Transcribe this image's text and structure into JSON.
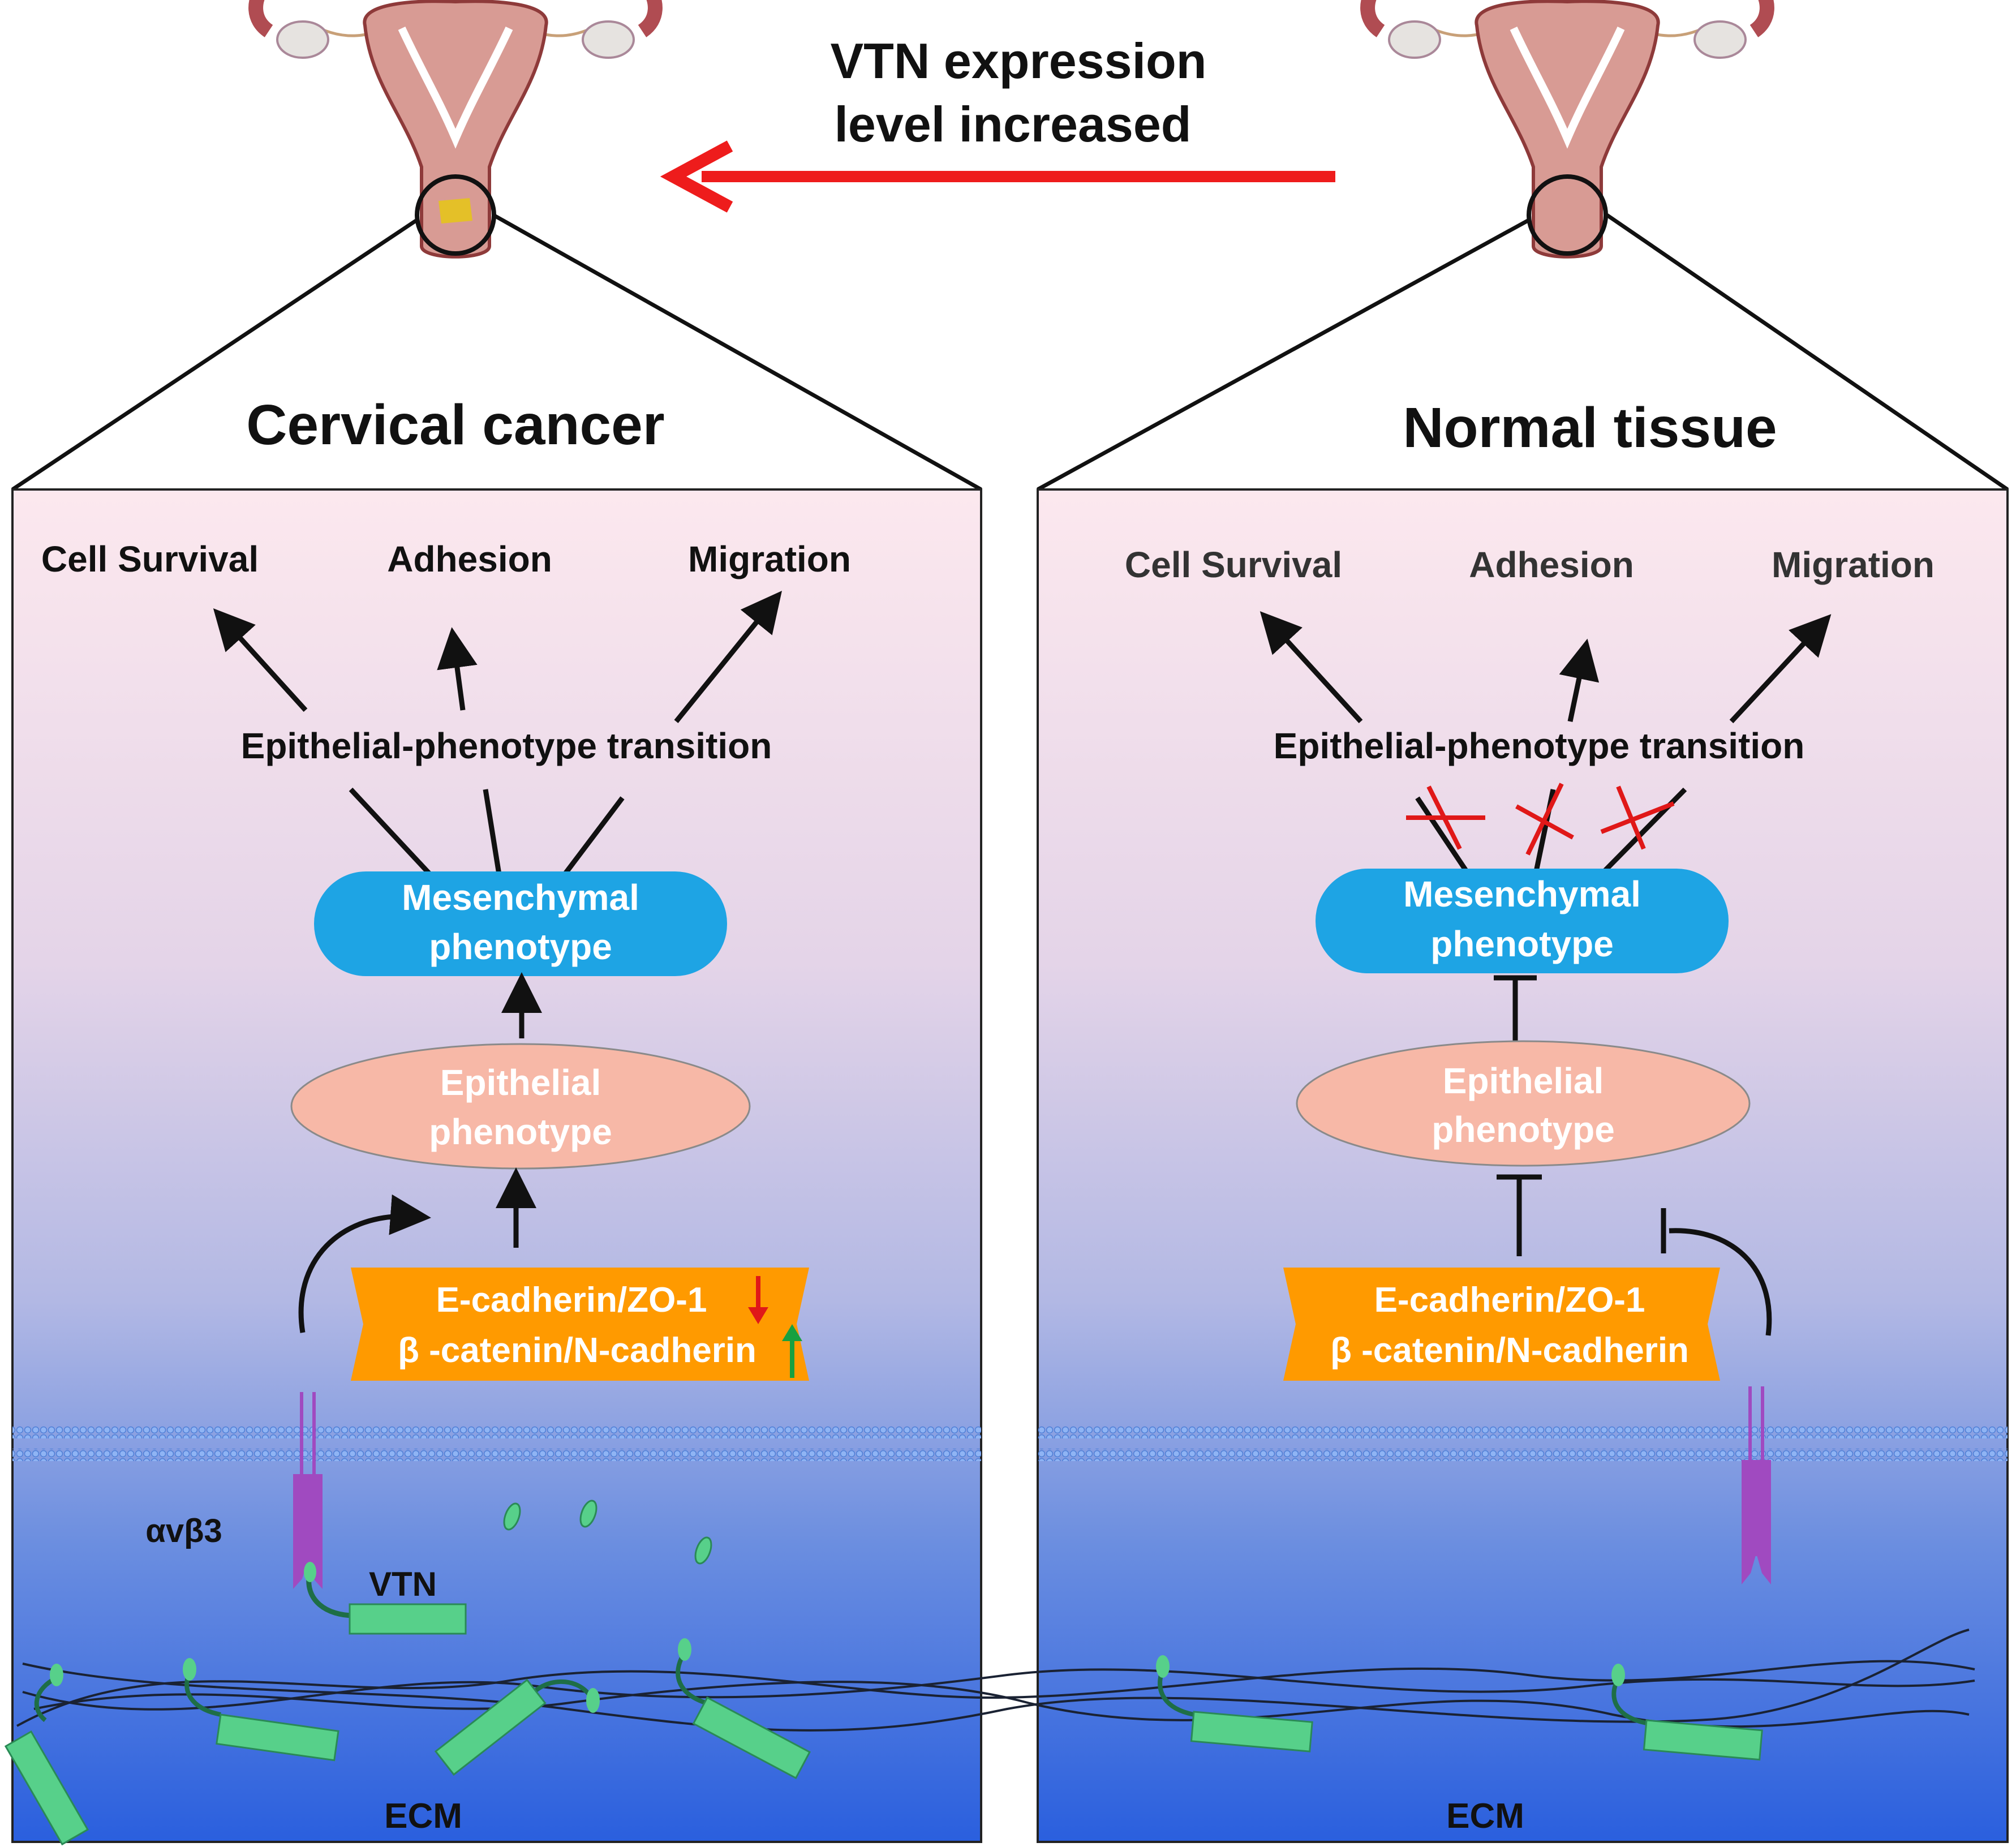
{
  "top_arrow_label": {
    "line1": "VTN expression",
    "line2": "level increased"
  },
  "left_panel": {
    "title": "Cervical cancer",
    "outcomes": [
      "Cell Survival",
      "Adhesion",
      "Migration"
    ],
    "transition": "Epithelial-phenotype transition",
    "mesenchymal": {
      "line1": "Mesenchymal",
      "line2": "phenotype"
    },
    "epithelial": {
      "line1": "Epithelial",
      "line2": "phenotype"
    },
    "markers": {
      "line1": "E-cadherin/ZO-1",
      "line2": "β -catenin/N-cadherin"
    },
    "integrin_label": "αvβ3",
    "vtn_label": "VTN",
    "ecm_label": "ECM"
  },
  "right_panel": {
    "title": "Normal tissue",
    "outcomes": [
      "Cell Survival",
      "Adhesion",
      "Migration"
    ],
    "transition": "Epithelial-phenotype transition",
    "mesenchymal": {
      "line1": "Mesenchymal",
      "line2": "phenotype"
    },
    "epithelial": {
      "line1": "Epithelial",
      "line2": "phenotype"
    },
    "markers": {
      "line1": "E-cadherin/ZO-1",
      "line2": "β -catenin/N-cadherin"
    },
    "ecm_label": "ECM"
  },
  "colors": {
    "arrow_red": "#ee1c1c",
    "mesenchymal_blue": "#1ea4e4",
    "epithelial_salmon": "#f7b8a7",
    "marker_orange": "#ff9a00",
    "integrin_purple": "#a04ac0",
    "vtn_green": "#57d08a",
    "membrane_blue": "#6f9ef0",
    "panel_top": "#fbe6ec",
    "panel_bottom": "#2e62dc",
    "down_arrow": "#e01818",
    "up_arrow": "#18a040"
  }
}
